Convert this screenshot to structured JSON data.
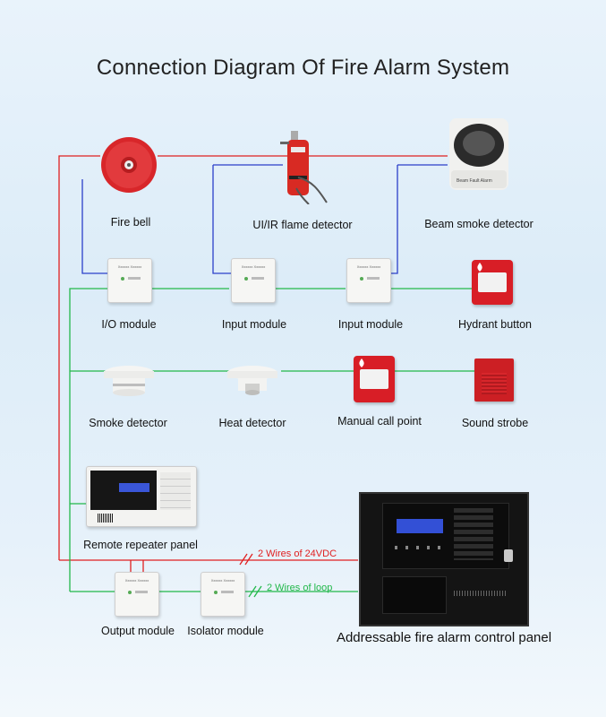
{
  "title": "Connection Diagram Of Fire Alarm System",
  "devices": {
    "fire_bell": "Fire bell",
    "flame_detector": "UI/IR flame detector",
    "beam_smoke_detector": "Beam smoke detector",
    "io_module": "I/O module",
    "input_module_1": "Input module",
    "input_module_2": "Input module",
    "hydrant_button": "Hydrant button",
    "smoke_detector": "Smoke detector",
    "heat_detector": "Heat detector",
    "manual_call_point": "Manual call point",
    "sound_strobe": "Sound strobe",
    "remote_repeater_panel": "Remote repeater panel",
    "output_module": "Output module",
    "isolator_module": "Isolator module",
    "control_panel": "Addressable fire alarm control panel"
  },
  "wire_labels": {
    "power": "2 Wires of 24VDC",
    "loop": "2 Wires of loop"
  },
  "colors": {
    "power_wire": "#e02020",
    "loop_wire": "#22b84a",
    "signal_wire": "#2b3fc9"
  }
}
